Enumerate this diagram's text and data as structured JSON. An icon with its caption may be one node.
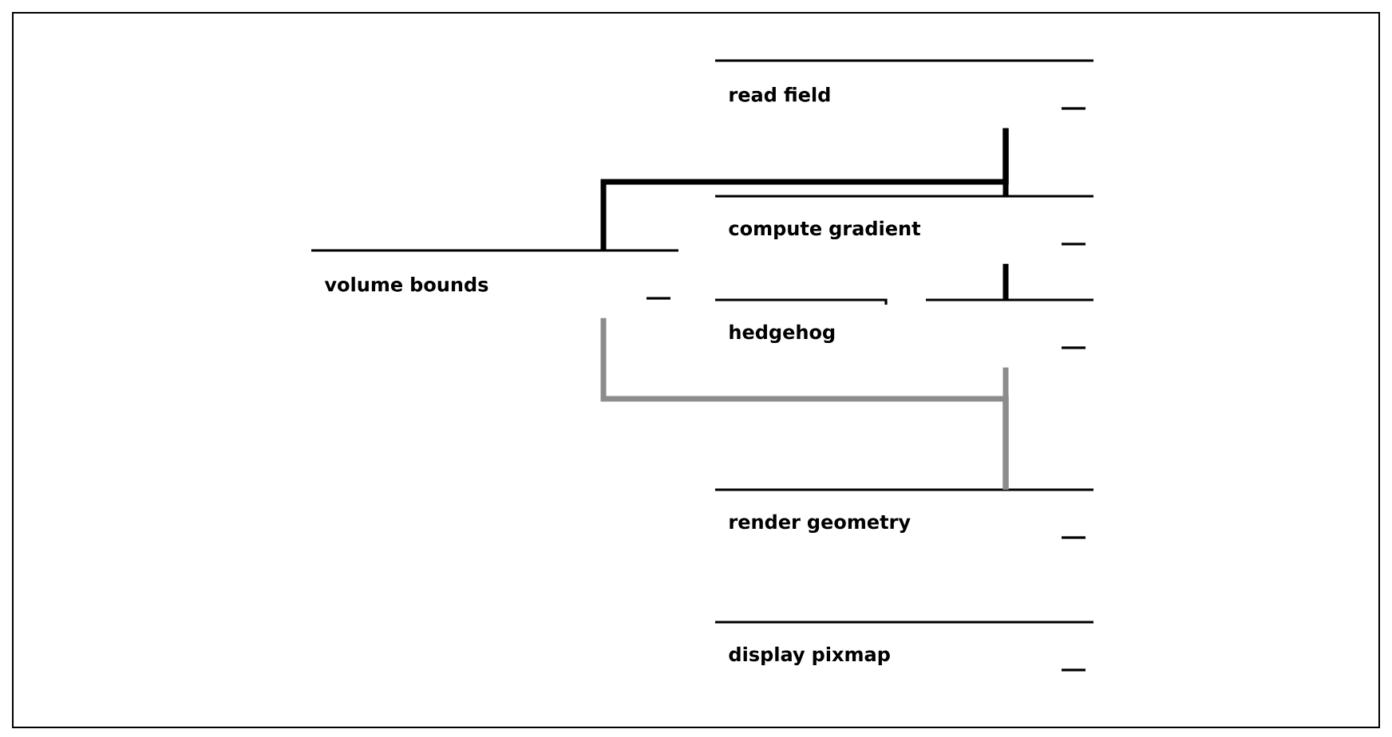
{
  "diagram": {
    "nodes": [
      {
        "text": [
          "read field"
        ]
      },
      {
        "text": [
          "compute gradient"
        ]
      },
      {
        "text": [
          "volume bounds"
        ]
      },
      {
        "text": [
          "hedgehog"
        ]
      },
      {
        "text": [
          "render geometry"
        ]
      },
      {
        "text": [
          "display pixmap"
        ]
      }
    ],
    "edges": [
      {
        "from": 0,
        "to": 2,
        "arrow": "none"
      },
      {
        "from": 0,
        "to": 1,
        "arrow": "none"
      },
      {
        "from": 1,
        "to": 3,
        "arrow": "none"
      },
      {
        "from": 2,
        "to": 4,
        "arrow": "none",
        "color": "#8c8c8c"
      },
      {
        "from": 3,
        "to": 4,
        "arrow": "none",
        "color": "#8c8c8c"
      }
    ]
  }
}
